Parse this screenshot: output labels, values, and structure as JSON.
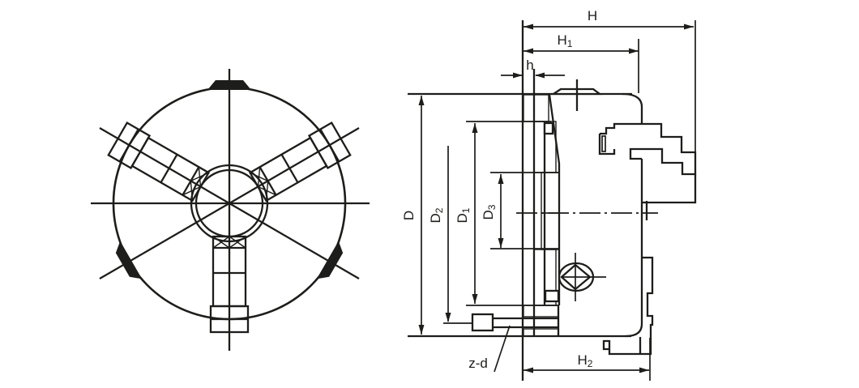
{
  "figure": {
    "kind": "three-jaw-chuck-technical-drawing",
    "labels": {
      "H": {
        "base": "H",
        "sub": ""
      },
      "H1": {
        "base": "H",
        "sub": "1"
      },
      "h": {
        "base": "h",
        "sub": ""
      },
      "D": {
        "base": "D",
        "sub": ""
      },
      "D2": {
        "base": "D",
        "sub": "2"
      },
      "D1": {
        "base": "D",
        "sub": "1"
      },
      "D3": {
        "base": "D",
        "sub": "3"
      },
      "zd": {
        "base": "z-d",
        "sub": ""
      },
      "H2": {
        "base": "H",
        "sub": "2"
      }
    },
    "colors": {
      "line": "#1d1d1b",
      "background": "#ffffff"
    }
  }
}
